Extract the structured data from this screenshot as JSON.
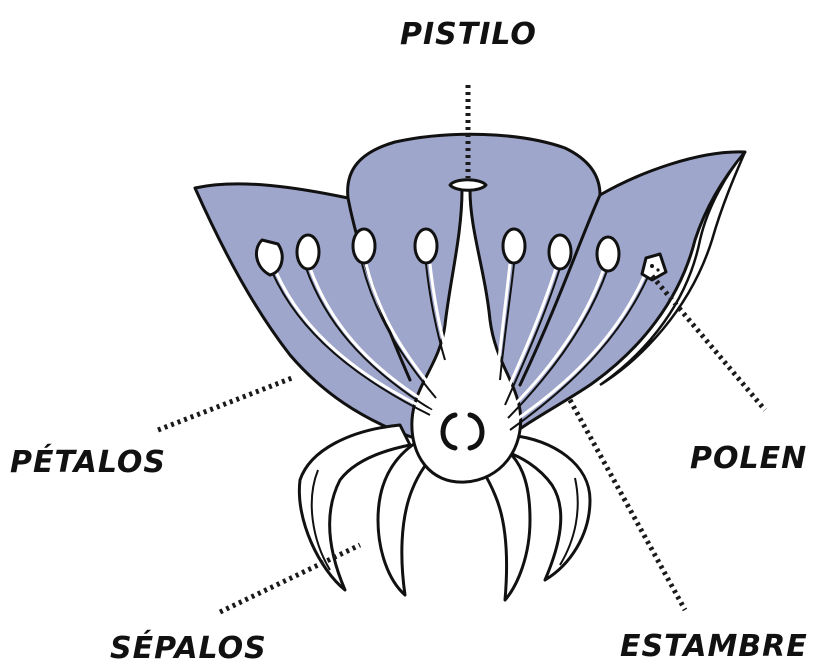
{
  "labels": {
    "pistil": "PISTILO",
    "petals": "PÉTALOS",
    "pollen": "POLEN",
    "sepals": "SÉPALOS",
    "stamen": "ESTAMBRE"
  },
  "colors": {
    "petal_fill": "#9fa6cc",
    "outline": "#111111",
    "background": "#ffffff"
  }
}
